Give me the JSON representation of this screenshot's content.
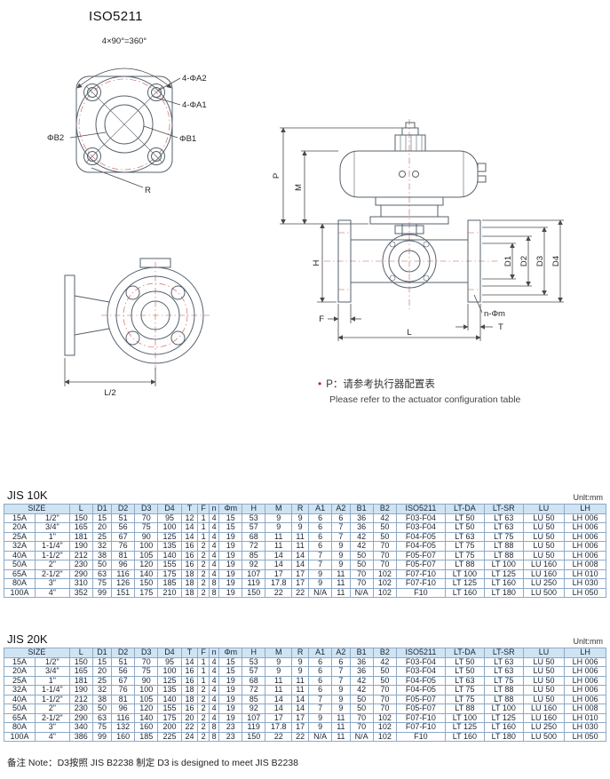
{
  "page": {
    "title": "ISO5211",
    "note_cn": "P：请参考执行器配置表",
    "note_en": "Please refer to the actuator configuration table",
    "footer": "备注 Note：D3按照 JIS B2238 制定  D3 is designed to meet JIS B2238"
  },
  "flange_labels": {
    "angle": "4×90°=360°",
    "a2": "4-ΦA2",
    "a1": "4-ΦA1",
    "b2": "ΦB2",
    "b1": "ΦB1",
    "r": "R"
  },
  "front_labels": {
    "half_l": "L/2"
  },
  "side_labels": {
    "p": "P",
    "m": "M",
    "h": "H",
    "d1": "D1",
    "d2": "D2",
    "d3": "D3",
    "d4": "D4",
    "f": "F",
    "nm": "n-Φm",
    "t": "T",
    "l": "L"
  },
  "tables": [
    {
      "title": "JIS 10K",
      "unit": "Unlt:mm",
      "headers": [
        "SIZE",
        "L",
        "D1",
        "D2",
        "D3",
        "D4",
        "T",
        "F",
        "n",
        "Φm",
        "H",
        "M",
        "R",
        "A1",
        "A2",
        "B1",
        "B2",
        "ISO5211",
        "LT-DA",
        "LT-SR",
        "LU",
        "LH"
      ],
      "rows": [
        [
          "15A",
          "1/2\"",
          "150",
          "15",
          "51",
          "70",
          "95",
          "12",
          "1",
          "4",
          "15",
          "53",
          "9",
          "9",
          "6",
          "6",
          "36",
          "42",
          "F03-F04",
          "LT 50",
          "LT 63",
          "LU 50",
          "LH 006"
        ],
        [
          "20A",
          "3/4\"",
          "165",
          "20",
          "56",
          "75",
          "100",
          "14",
          "1",
          "4",
          "15",
          "57",
          "9",
          "9",
          "6",
          "7",
          "36",
          "50",
          "F03-F04",
          "LT 50",
          "LT 63",
          "LU 50",
          "LH 006"
        ],
        [
          "25A",
          "1\"",
          "181",
          "25",
          "67",
          "90",
          "125",
          "14",
          "1",
          "4",
          "19",
          "68",
          "11",
          "11",
          "6",
          "7",
          "42",
          "50",
          "F04-F05",
          "LT 63",
          "LT 75",
          "LU 50",
          "LH 006"
        ],
        [
          "32A",
          "1-1/4\"",
          "190",
          "32",
          "76",
          "100",
          "135",
          "16",
          "2",
          "4",
          "19",
          "72",
          "11",
          "11",
          "6",
          "9",
          "42",
          "70",
          "F04-F05",
          "LT 75",
          "LT 88",
          "LU 50",
          "LH 006"
        ],
        [
          "40A",
          "1-1/2\"",
          "212",
          "38",
          "81",
          "105",
          "140",
          "16",
          "2",
          "4",
          "19",
          "85",
          "14",
          "14",
          "7",
          "9",
          "50",
          "70",
          "F05-F07",
          "LT 75",
          "LT 88",
          "LU 50",
          "LH 006"
        ],
        [
          "50A",
          "2\"",
          "230",
          "50",
          "96",
          "120",
          "155",
          "16",
          "2",
          "4",
          "19",
          "92",
          "14",
          "14",
          "7",
          "9",
          "50",
          "70",
          "F05-F07",
          "LT 88",
          "LT 100",
          "LU 160",
          "LH 008"
        ],
        [
          "65A",
          "2-1/2\"",
          "290",
          "63",
          "116",
          "140",
          "175",
          "18",
          "2",
          "4",
          "19",
          "107",
          "17",
          "17",
          "9",
          "11",
          "70",
          "102",
          "F07-F10",
          "LT 100",
          "LT 125",
          "LU 160",
          "LH 010"
        ],
        [
          "80A",
          "3\"",
          "310",
          "75",
          "126",
          "150",
          "185",
          "18",
          "2",
          "8",
          "19",
          "119",
          "17.8",
          "17",
          "9",
          "11",
          "70",
          "102",
          "F07-F10",
          "LT 125",
          "LT 160",
          "LU 250",
          "LH 030"
        ],
        [
          "100A",
          "4\"",
          "352",
          "99",
          "151",
          "175",
          "210",
          "18",
          "2",
          "8",
          "19",
          "150",
          "22",
          "22",
          "N/A",
          "11",
          "N/A",
          "102",
          "F10",
          "LT 160",
          "LT 180",
          "LU 500",
          "LH 050"
        ]
      ]
    },
    {
      "title": "JIS 20K",
      "unit": "Unlt:mm",
      "headers": [
        "SIZE",
        "L",
        "D1",
        "D2",
        "D3",
        "D4",
        "T",
        "F",
        "n",
        "Φm",
        "H",
        "M",
        "R",
        "A1",
        "A2",
        "B1",
        "B2",
        "ISO5211",
        "LT-DA",
        "LT-SR",
        "LU",
        "LH"
      ],
      "rows": [
        [
          "15A",
          "1/2\"",
          "150",
          "15",
          "51",
          "70",
          "95",
          "14",
          "1",
          "4",
          "15",
          "53",
          "9",
          "9",
          "6",
          "6",
          "36",
          "42",
          "F03-F04",
          "LT 50",
          "LT 63",
          "LU 50",
          "LH 006"
        ],
        [
          "20A",
          "3/4\"",
          "165",
          "20",
          "56",
          "75",
          "100",
          "16",
          "1",
          "4",
          "15",
          "57",
          "9",
          "9",
          "6",
          "7",
          "36",
          "50",
          "F03-F04",
          "LT 50",
          "LT 63",
          "LU 50",
          "LH 006"
        ],
        [
          "25A",
          "1\"",
          "181",
          "25",
          "67",
          "90",
          "125",
          "16",
          "1",
          "4",
          "19",
          "68",
          "11",
          "11",
          "6",
          "7",
          "42",
          "50",
          "F04-F05",
          "LT 63",
          "LT 75",
          "LU 50",
          "LH 006"
        ],
        [
          "32A",
          "1-1/4\"",
          "190",
          "32",
          "76",
          "100",
          "135",
          "18",
          "2",
          "4",
          "19",
          "72",
          "11",
          "11",
          "6",
          "9",
          "42",
          "70",
          "F04-F05",
          "LT 75",
          "LT 88",
          "LU 50",
          "LH 006"
        ],
        [
          "40A",
          "1-1/2\"",
          "212",
          "38",
          "81",
          "105",
          "140",
          "18",
          "2",
          "4",
          "19",
          "85",
          "14",
          "14",
          "7",
          "9",
          "50",
          "70",
          "F05-F07",
          "LT 75",
          "LT 88",
          "LU 50",
          "LH 006"
        ],
        [
          "50A",
          "2\"",
          "230",
          "50",
          "96",
          "120",
          "155",
          "16",
          "2",
          "4",
          "19",
          "92",
          "14",
          "14",
          "7",
          "9",
          "50",
          "70",
          "F05-F07",
          "LT 88",
          "LT 100",
          "LU 160",
          "LH 008"
        ],
        [
          "65A",
          "2-1/2\"",
          "290",
          "63",
          "116",
          "140",
          "175",
          "20",
          "2",
          "4",
          "19",
          "107",
          "17",
          "17",
          "9",
          "11",
          "70",
          "102",
          "F07-F10",
          "LT 100",
          "LT 125",
          "LU 160",
          "LH 010"
        ],
        [
          "80A",
          "3\"",
          "340",
          "75",
          "132",
          "160",
          "200",
          "22",
          "2",
          "8",
          "23",
          "119",
          "17.8",
          "17",
          "9",
          "11",
          "70",
          "102",
          "F07-F10",
          "LT 125",
          "LT 160",
          "LU 250",
          "LH 030"
        ],
        [
          "100A",
          "4\"",
          "386",
          "99",
          "160",
          "185",
          "225",
          "24",
          "2",
          "8",
          "23",
          "150",
          "22",
          "22",
          "N/A",
          "11",
          "N/A",
          "102",
          "F10",
          "LT 160",
          "LT 180",
          "LU 500",
          "LH 050"
        ]
      ]
    }
  ]
}
